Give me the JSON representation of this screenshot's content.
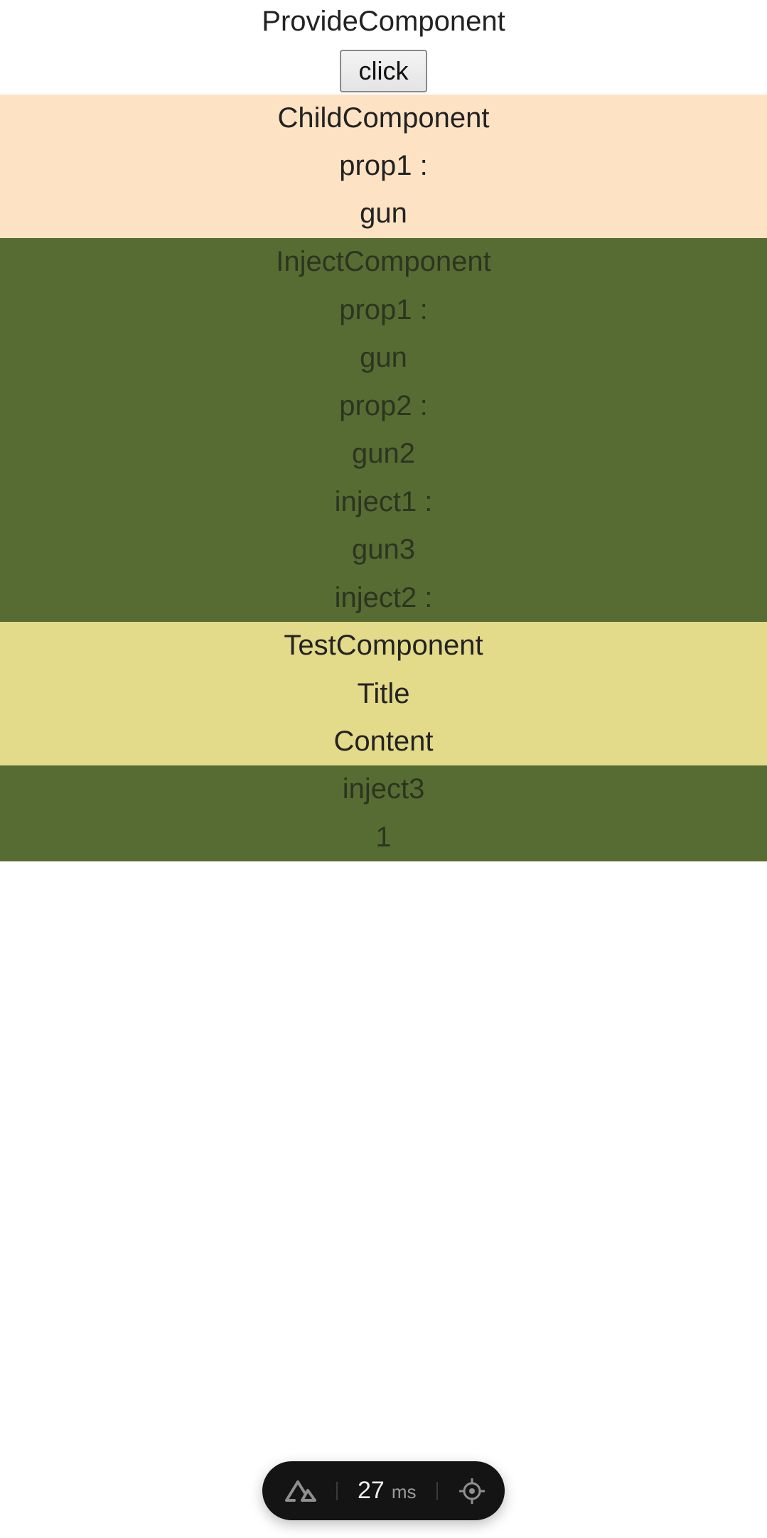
{
  "provide": {
    "title": "ProvideComponent",
    "button_label": "click"
  },
  "child": {
    "title": "ChildComponent",
    "prop1_label": "prop1 :",
    "prop1_value": "gun"
  },
  "inject": {
    "title": "InjectComponent",
    "prop1_label": "prop1 :",
    "prop1_value": "gun",
    "prop2_label": "prop2 :",
    "prop2_value": "gun2",
    "inject1_label": "inject1 :",
    "inject1_value": "gun3",
    "inject2_label": "inject2 :"
  },
  "test": {
    "title": "TestComponent",
    "heading": "Title",
    "content": "Content"
  },
  "inject3": {
    "label": "inject3",
    "value": "1"
  },
  "devtools": {
    "logo_icon": "nuxt-logo-icon",
    "time_value": "27",
    "time_unit": "ms",
    "inspect_icon": "crosshair-icon"
  },
  "colors": {
    "child_bg": "#fde3c4",
    "inject_bg": "#576c32",
    "test_bg": "#e3da8a",
    "devtools_bg": "#141414"
  }
}
